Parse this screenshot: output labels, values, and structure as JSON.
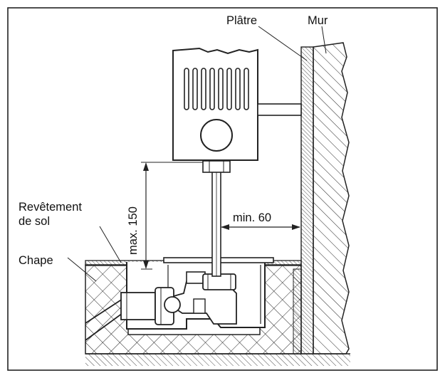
{
  "labels": {
    "platre": "Plâtre",
    "mur": "Mur",
    "revetement_line1": "Revêtement",
    "revetement_line2": "de sol",
    "chape": "Chape",
    "max_150": "max. 150",
    "min_60": "min. 60"
  }
}
